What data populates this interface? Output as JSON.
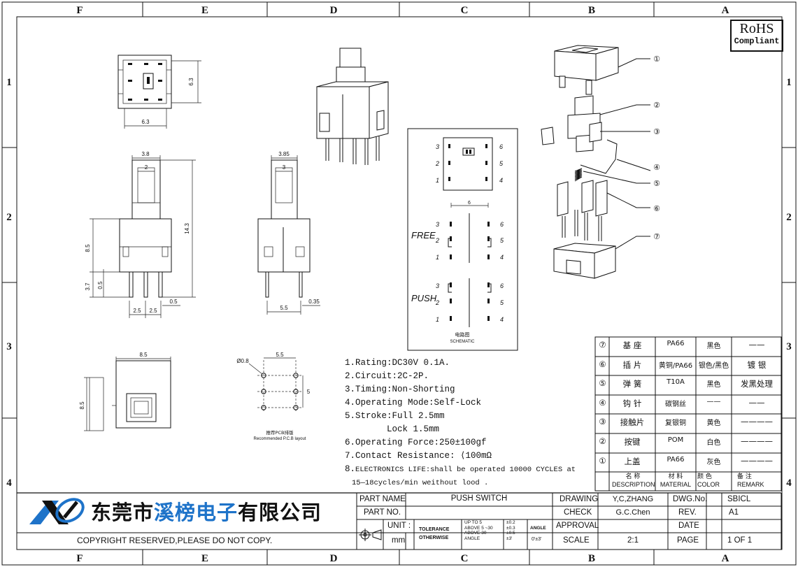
{
  "frame": {
    "col_labels": [
      "F",
      "E",
      "D",
      "C",
      "B",
      "A"
    ],
    "row_labels": [
      "1",
      "2",
      "3",
      "4"
    ]
  },
  "rohs": {
    "line1": "RoHS",
    "line2": "Compliant"
  },
  "dims": {
    "top_w": "6.3",
    "top_h": "6.3",
    "front_w1": "3.8",
    "front_w2": "2",
    "front_h_total": "14.3",
    "front_h_body": "8.5",
    "front_h_pin": "3.7",
    "front_pin_w": "0.5",
    "front_pin_pitch1": "2.5",
    "front_pin_pitch2": "2.5",
    "front_pin_t": "0.5",
    "side_w1": "3.85",
    "side_w2": "3",
    "side_pitch": "5.5",
    "side_pin_t": "0.35",
    "bottom_w": "8.5",
    "bottom_h": "8.5",
    "pcb_hole": "Ø0.8",
    "pcb_w": "5.5",
    "pcb_h": "5",
    "pcb_caption_cn": "推荐PCB排版",
    "pcb_caption_en": "Recommended P.C.B layout"
  },
  "schematic": {
    "top_nums_left": [
      "3",
      "2",
      "1"
    ],
    "top_nums_right": [
      "6",
      "5",
      "4"
    ],
    "dim6": "6",
    "free": "FREE",
    "push": "PUSH",
    "free_left": [
      "3",
      "2",
      "1"
    ],
    "free_right": [
      "6",
      "5",
      "4"
    ],
    "push_left": [
      "3",
      "2",
      "1"
    ],
    "push_right": [
      "6",
      "5",
      "4"
    ],
    "caption_cn": "电路图",
    "caption_en": "SCHEMATIC"
  },
  "callouts": [
    "①",
    "②",
    "③",
    "④",
    "⑤",
    "⑥",
    "⑦"
  ],
  "specs": [
    "1.Rating:DC30V 0.1A.",
    "2.Circuit:2C-2P.",
    "3.Timing:Non-Shorting",
    "4.Operating Mode:Self-Lock",
    "5.Stroke:Full 2.5mm",
    "Lock 1.5mm",
    "6.Operating Force:250±100gf",
    "7.Contact Resistance: ⟨100mΩ"
  ],
  "spec8_num": "8.",
  "spec8_l1": "ELECTRONICS LIFE:shall be operated 10000 CYCLES at",
  "spec8_l2": "15—18cycles/min weithout lood .",
  "bom": [
    {
      "no": "⑦",
      "name": "基  座",
      "material": "PA66",
      "color": "黑色",
      "remark": "——"
    },
    {
      "no": "⑥",
      "name": "插  片",
      "material": "黄铜/PA66",
      "color": "银色/黑色",
      "remark": "镀  银"
    },
    {
      "no": "⑤",
      "name": "弹  簧",
      "material": "T10A",
      "color": "黑色",
      "remark": "发黑处理"
    },
    {
      "no": "④",
      "name": "钩  针",
      "material": "碳钢丝",
      "color": "——",
      "remark": "——"
    },
    {
      "no": "③",
      "name": "接触片",
      "material": "复银铜",
      "color": "黄色",
      "remark": "————"
    },
    {
      "no": "②",
      "name": "按键",
      "material": "POM",
      "color": "白色",
      "remark": "————"
    },
    {
      "no": "①",
      "name": "上盖",
      "material": "PA66",
      "color": "灰色",
      "remark": "————"
    }
  ],
  "bom_header": {
    "name_cn": "名    称",
    "name_en": "DESCRIPTION",
    "mat_cn": "材    料",
    "mat_en": "MATERIAL",
    "col_cn": "颜  色",
    "col_en": "COLOR",
    "rem_cn": "备    注",
    "rem_en": "REMARK"
  },
  "company": {
    "part1": "东莞市",
    "part2": "溪榜电子",
    "part3": "有限公司"
  },
  "title_block": {
    "part_name_label": "PART NAME",
    "part_name": "PUSH SWITCH",
    "part_no_label": "PART NO.",
    "unit_label": "UNIT :",
    "unit": "mm",
    "tol_label1": "TOLERANCE",
    "tol_label2": "OTHERWISE",
    "tol_r1": "UP TO 5",
    "tol_r2": "ABOVE 5 ~30",
    "tol_r3": "ABOVE 30",
    "tol_r4": "ANGLE",
    "tol_v1": "±0.2",
    "tol_v2": "±0.3",
    "tol_v3": "±0.5",
    "tol_v4": "±3'",
    "angle_label": "ANGLE",
    "angle_val": "0'±3'",
    "drawing_label": "DRAWING",
    "drawing": "Y,C,ZHANG",
    "check_label": "CHECK",
    "check": "G.C.Chen",
    "approval_label": "APPROVAL",
    "scale_label": "SCALE",
    "scale": "2:1",
    "dwg_label": "DWG.No.",
    "dwg": "SBICL",
    "rev_label": "REV.",
    "rev": "A1",
    "date_label": "DATE",
    "page_label": "PAGE",
    "page": "1 OF 1"
  },
  "copyright": "COPYRIGHT RESERVED,PLEASE DO NOT COPY."
}
